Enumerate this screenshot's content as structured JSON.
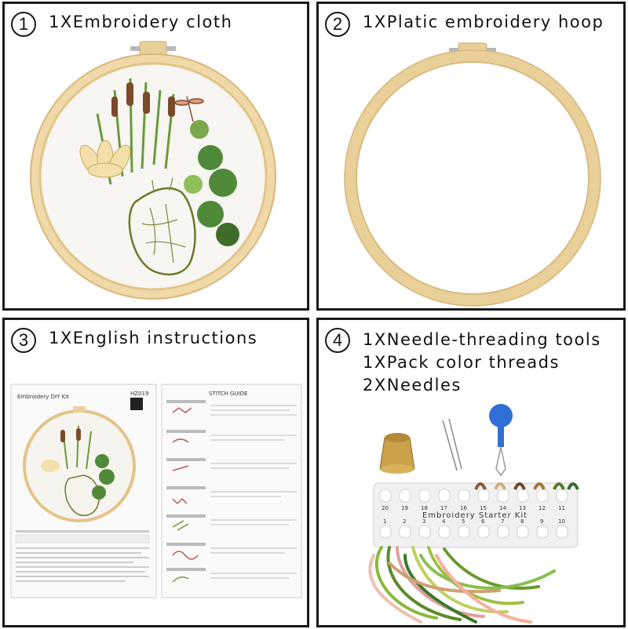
{
  "panels": [
    {
      "number": "1",
      "caption": "1XEmbroidery cloth"
    },
    {
      "number": "2",
      "caption": "1XPlatic embroidery hoop"
    },
    {
      "number": "3",
      "caption": "1XEnglish instructions"
    },
    {
      "number": "4",
      "caption_lines": [
        "1XNeedle-threading tools",
        "1XPack color threads",
        "2XNeedles"
      ]
    }
  ],
  "instructions": {
    "left_title": "Embroidery DIY Kit",
    "code": "HZ019",
    "right_title": "STITCH GUIDE"
  },
  "starter_kit": {
    "label": "Embroidery Starter Kit",
    "top_numbers": [
      "20",
      "19",
      "18",
      "17",
      "16",
      "15",
      "14",
      "13",
      "12",
      "11"
    ],
    "bottom_numbers": [
      "1",
      "2",
      "3",
      "4",
      "5",
      "6",
      "7",
      "8",
      "9",
      "10"
    ]
  },
  "colors": {
    "border": "#1a1a1a",
    "hoop_wood": "#f0d9a8",
    "hoop_edge": "#d9b77a",
    "leaf_green": "#6a9a3a",
    "thimble_gold": "#c9a24a",
    "threader_blue": "#2f6fd6"
  }
}
